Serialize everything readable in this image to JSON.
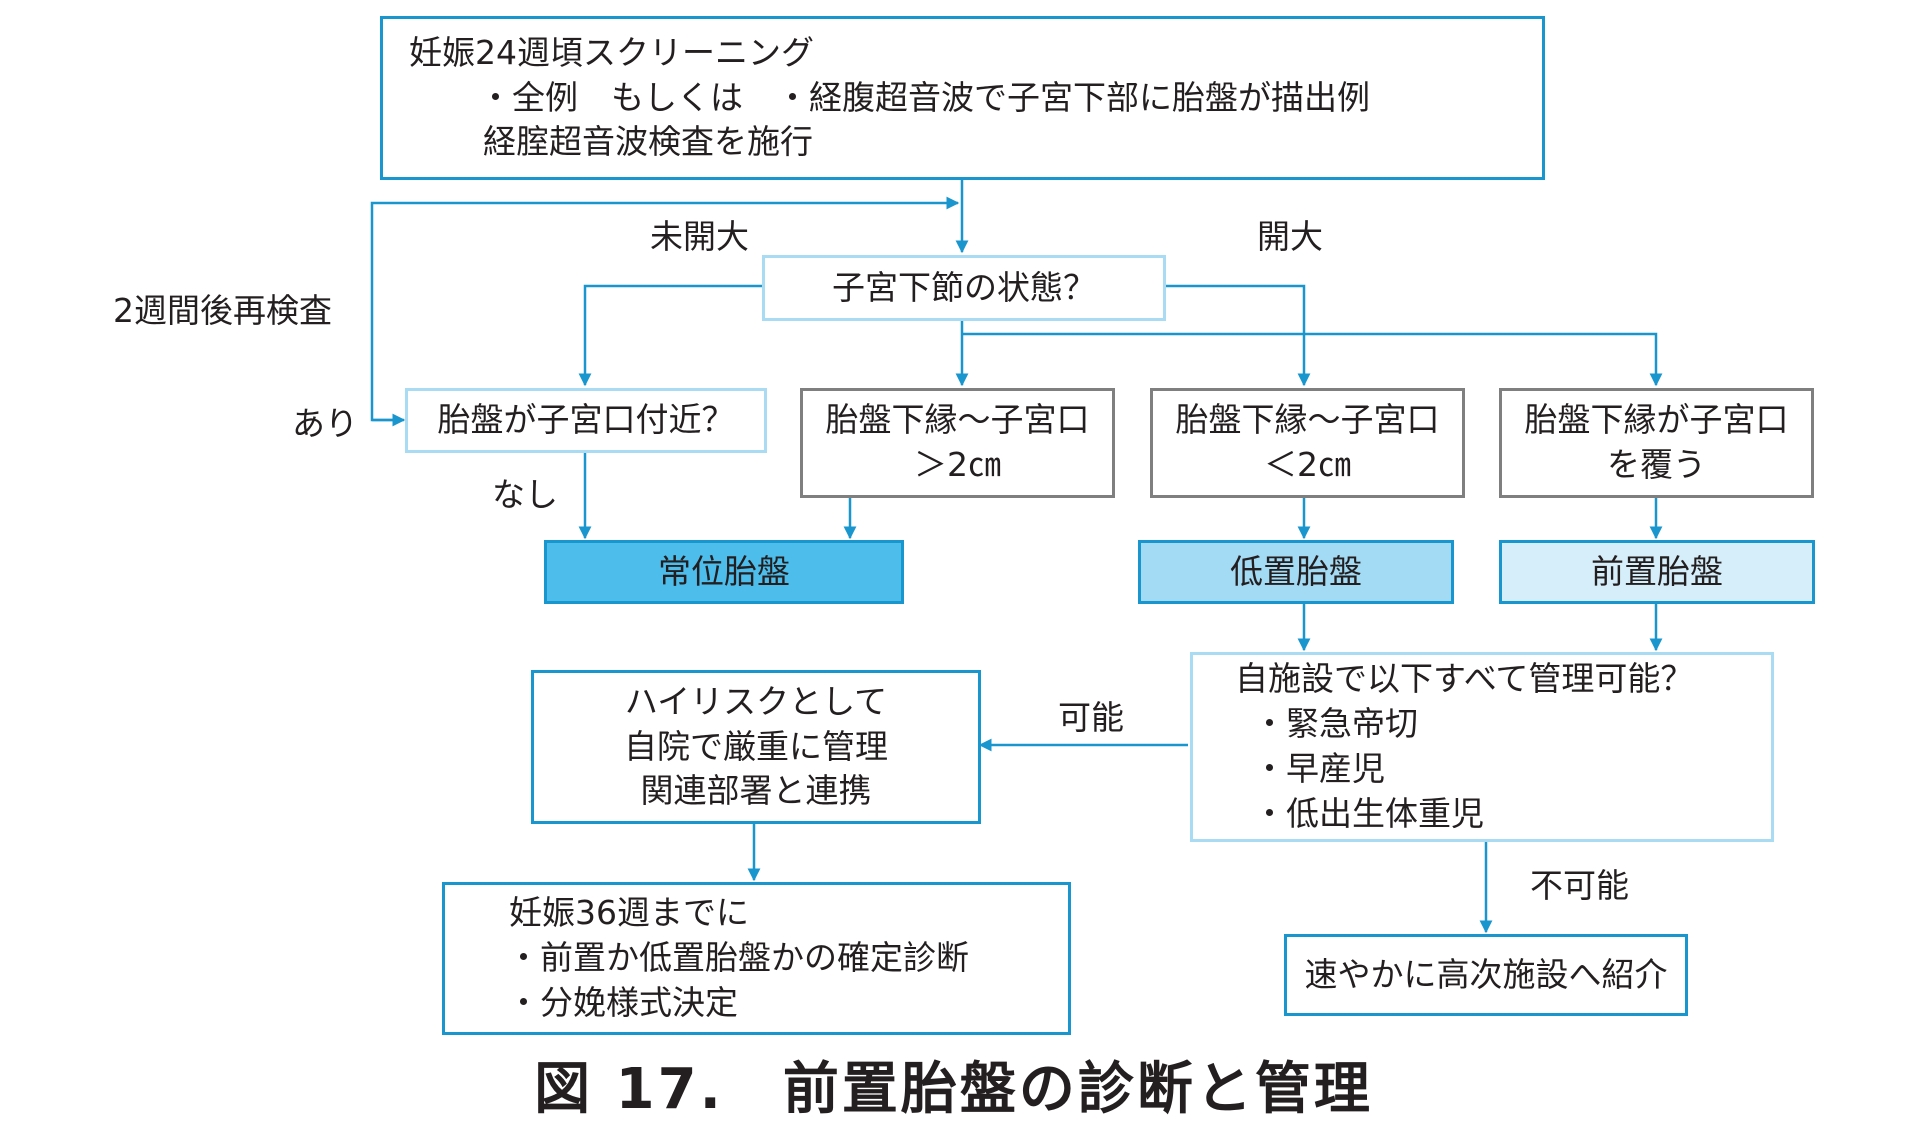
{
  "screening": {
    "title": "妊娠24週頃スクリーニング",
    "line1": "・全例　もしくは　・経腹超音波で子宮下部に胎盤が描出例",
    "line2": "経腟超音波検査を施行"
  },
  "question_lower_segment": "子宮下節の状態？",
  "labels": {
    "not_open": "未開大",
    "open": "開大",
    "recheck": "2週間後再検査",
    "yes": "あり",
    "no": "なし",
    "possible": "可能",
    "impossible": "不可能"
  },
  "question_near_os": "胎盤が子宮口付近？",
  "findings": [
    {
      "line1": "胎盤下縁〜子宮口",
      "line2": "＞2㎝"
    },
    {
      "line1": "胎盤下縁〜子宮口",
      "line2": "＜2㎝"
    },
    {
      "line1": "胎盤下縁が子宮口",
      "line2": "を覆う"
    }
  ],
  "outcomes": {
    "normal": "常位胎盤",
    "low_lying": "低置胎盤",
    "previa": "前置胎盤"
  },
  "facility_question": {
    "title": "自施設で以下すべて管理可能？",
    "items": [
      "・緊急帝切",
      "・早産児",
      "・低出生体重児"
    ]
  },
  "high_risk": {
    "line1": "ハイリスクとして",
    "line2": "自院で厳重に管理",
    "line3": "関連部署と連携"
  },
  "by_36_weeks": {
    "title": "妊娠36週までに",
    "item1": "・前置か低置胎盤かの確定診断",
    "item2": "・分娩様式決定"
  },
  "referral": "速やかに高次施設へ紹介",
  "caption": "図 17.　前置胎盤の診断と管理",
  "colors": {
    "arrow": "#1a96cf",
    "border_dark": "#1a96cf",
    "border_light": "#a9dcf3",
    "border_gray": "#7f7f7f",
    "fill_normal": "#4dbdec",
    "fill_low_lying": "#a3daf4",
    "fill_previa": "#d6eefa"
  }
}
